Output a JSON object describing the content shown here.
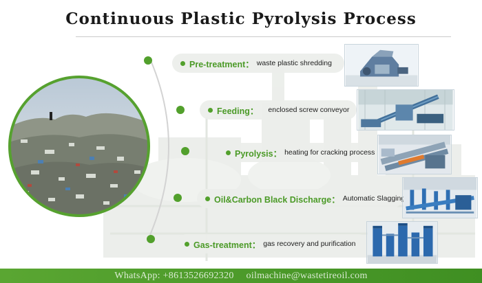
{
  "title": "Continuous Plastic Pyrolysis Process",
  "steps": [
    {
      "label": "Pre-treatment：",
      "desc": "waste plastic shredding"
    },
    {
      "label": "Feeding：",
      "desc": "enclosed screw conveyor"
    },
    {
      "label": "Pyrolysis：",
      "desc": "heating for cracking process"
    },
    {
      "label": "Oil&Carbon Black Discharge：",
      "desc": "Automatic Slagging"
    },
    {
      "label": "Gas-treatment：",
      "desc": "gas recovery and purification"
    }
  ],
  "footer": {
    "whatsapp": "WhatsApp: +8613526692320",
    "email": "oilmachine@wastetireoil.com"
  },
  "colors": {
    "accent_green": "#52a02c",
    "footer_green": "#4a9a2a"
  }
}
